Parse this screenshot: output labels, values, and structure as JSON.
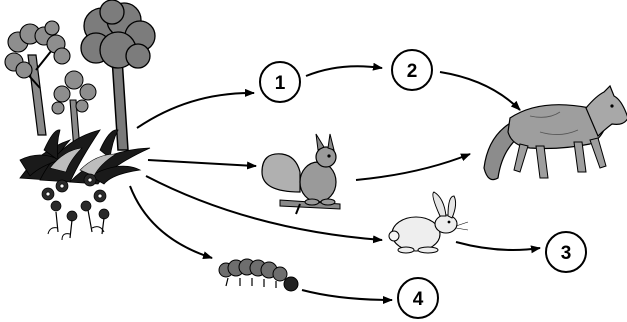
{
  "nodes": [
    {
      "id": "1",
      "label": "1"
    },
    {
      "id": "2",
      "label": "2"
    },
    {
      "id": "3",
      "label": "3"
    },
    {
      "id": "4",
      "label": "4"
    }
  ],
  "organisms": [
    {
      "id": "plants",
      "icon": "plants-icon"
    },
    {
      "id": "squirrel",
      "icon": "squirrel-icon"
    },
    {
      "id": "rabbit",
      "icon": "rabbit-icon"
    },
    {
      "id": "caterpillar",
      "icon": "caterpillar-icon"
    },
    {
      "id": "wolf",
      "icon": "wolf-icon"
    }
  ],
  "links": [
    {
      "from": "plants",
      "to": "1"
    },
    {
      "from": "1",
      "to": "2"
    },
    {
      "from": "2",
      "to": "wolf"
    },
    {
      "from": "plants",
      "to": "squirrel"
    },
    {
      "from": "squirrel",
      "to": "wolf"
    },
    {
      "from": "plants",
      "to": "rabbit"
    },
    {
      "from": "rabbit",
      "to": "3"
    },
    {
      "from": "plants",
      "to": "caterpillar"
    },
    {
      "from": "caterpillar",
      "to": "4"
    }
  ],
  "colors": {
    "ink": "#000000",
    "fur": "#9a9a9a",
    "foliage": "#8c8c8c",
    "background": "#ffffff"
  }
}
